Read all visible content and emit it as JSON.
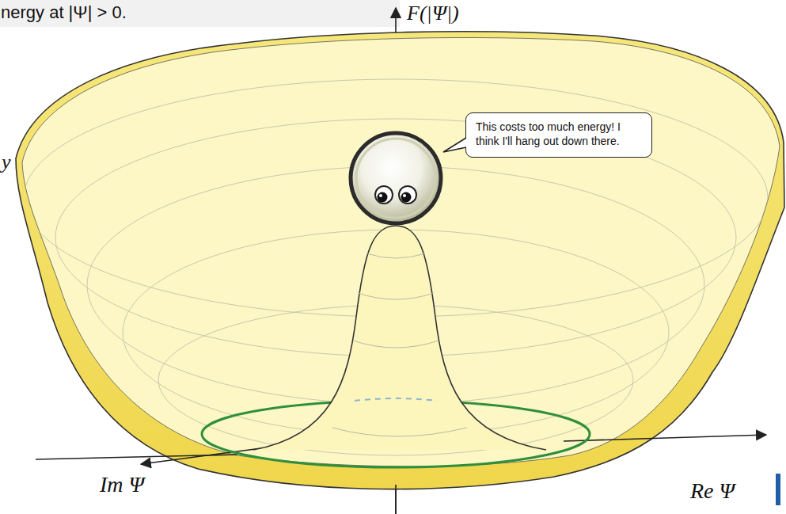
{
  "diagram": {
    "nodes": [
      {
        "text": [
          "This costs too much energy! I think I'll hang out down there."
        ]
      }
    ],
    "labels": [
      "nergy at |Ψ| > 0.",
      "F(|Ψ|)",
      "y",
      "Re Ψ",
      "Im Ψ"
    ]
  }
}
